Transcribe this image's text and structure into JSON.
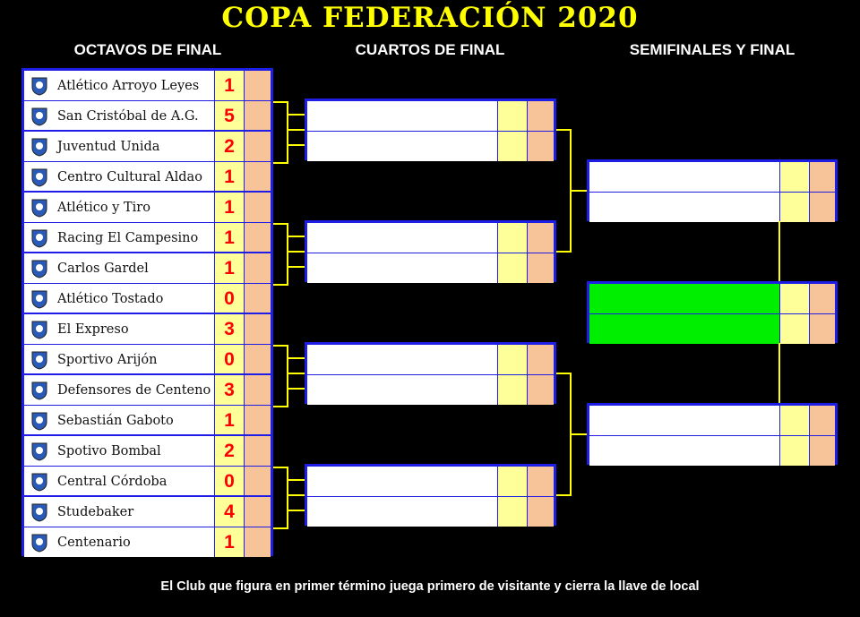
{
  "title": "COPA FEDERACIÓN 2020",
  "rounds": {
    "octavos": "OCTAVOS DE FINAL",
    "cuartos": "CUARTOS DE FINAL",
    "semis": "SEMIFINALES Y FINAL"
  },
  "octavos": [
    {
      "team": "Atlético Arroyo Leyes",
      "score": "1",
      "logo": "club-crest-icon"
    },
    {
      "team": "San Cristóbal de A.G.",
      "score": "5",
      "logo": "club-crest-icon"
    },
    {
      "team": "Juventud Unida",
      "score": "2",
      "logo": "club-crest-icon"
    },
    {
      "team": "Centro Cultural Aldao",
      "score": "1",
      "logo": "club-crest-icon"
    },
    {
      "team": "Atlético y Tiro",
      "score": "1",
      "logo": "club-crest-icon"
    },
    {
      "team": "Racing El Campesino",
      "score": "1",
      "logo": "club-crest-icon"
    },
    {
      "team": "Carlos Gardel",
      "score": "1",
      "logo": "club-crest-icon"
    },
    {
      "team": "Atlético Tostado",
      "score": "0",
      "logo": "club-crest-icon"
    },
    {
      "team": "El Expreso",
      "score": "3",
      "logo": "club-crest-icon"
    },
    {
      "team": "Sportivo Arijón",
      "score": "0",
      "logo": "club-crest-icon"
    },
    {
      "team": "Defensores de Centeno",
      "score": "3",
      "logo": "club-crest-icon"
    },
    {
      "team": "Sebastián Gaboto",
      "score": "1",
      "logo": "club-crest-icon"
    },
    {
      "team": "Spotivo Bombal",
      "score": "2",
      "logo": "club-crest-icon"
    },
    {
      "team": "Central Córdoba",
      "score": "0",
      "logo": "club-crest-icon"
    },
    {
      "team": "Studebaker",
      "score": "4",
      "logo": "club-crest-icon"
    },
    {
      "team": "Centenario",
      "score": "1",
      "logo": "club-crest-icon"
    }
  ],
  "colors": {
    "title": "#ffff00",
    "border": "#1d1de6",
    "score_cell": "#ffff99",
    "score_cell_2": "#f7c49a",
    "score_text": "#ff0000",
    "connector": "#ffff00",
    "final_slot": "#00ee00"
  },
  "footer": "El Club que figura en primer término juega primero de visitante y cierra la llave de local"
}
